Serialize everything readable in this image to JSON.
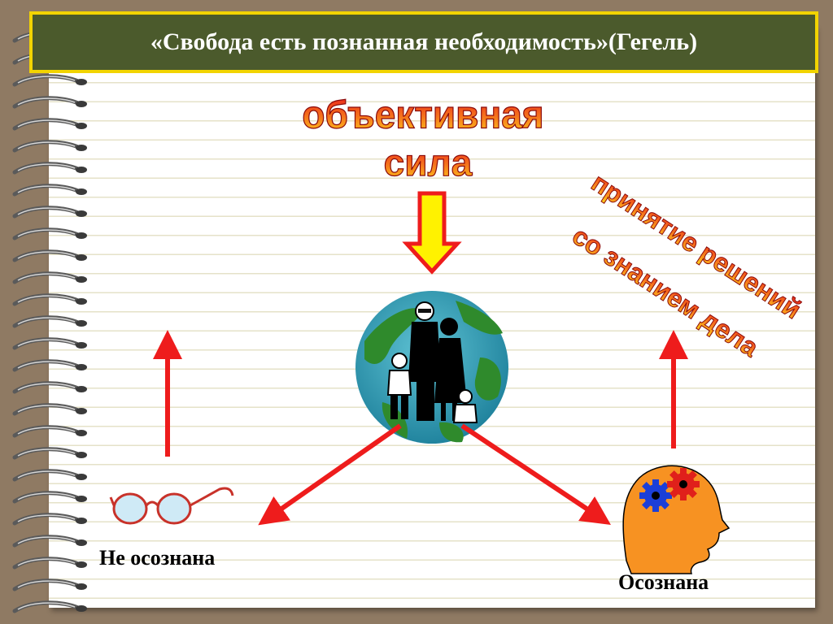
{
  "title": "«Свобода есть познанная необходимость»(Гегель)",
  "wordart": {
    "line1": "объективная",
    "line2": "сила",
    "rotated1": "принятие решений",
    "rotated2": "со знанием дела"
  },
  "labels": {
    "not_aware": "Не осознана",
    "aware": "Осознана"
  },
  "colors": {
    "title_bg": "#4b5a2c",
    "title_border": "#f2d400",
    "arrow_red": "#ee1c1c",
    "arrow_yellow": "#fff200",
    "globe_ocean": "#2e9cb4",
    "head_orange": "#f79222"
  },
  "icons": [
    "globe-family-icon",
    "glasses-icon",
    "head-gears-icon",
    "down-arrow-icon"
  ]
}
